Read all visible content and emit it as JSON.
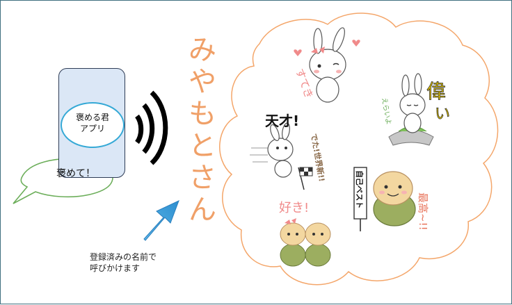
{
  "app": {
    "label_line1": "褒める君",
    "label_line2": "アプリ"
  },
  "speech_bubble": {
    "text": "褒めて！"
  },
  "called_name": [
    "み",
    "や",
    "も",
    "と",
    "さ",
    "ん"
  ],
  "note": {
    "line1": "登録済みの名前で",
    "line2": "呼びかけます"
  },
  "stickers": {
    "suteki": "すてき",
    "erai": "偉い",
    "erai_small": "えらいよ",
    "tensai": "天才!",
    "sekai_shin": "でた!世界新!!",
    "jiko_best": "自己ベスト",
    "saikou": "最高~!!",
    "suki": "好き!"
  },
  "colors": {
    "border": "#3f6f7f",
    "phone_fill": "#dbe7f6",
    "oval_border": "#35a9d6",
    "name_orange": "#f0a068",
    "cloud_orange": "#f4a66a",
    "bubble_green": "#6cae5a",
    "arrow_blue": "#3aa0dc"
  }
}
